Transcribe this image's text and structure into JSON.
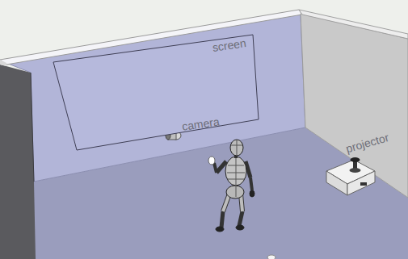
{
  "diagram": {
    "nodes": [
      {
        "text": [
          "screen"
        ]
      }
    ],
    "labels": [
      "camera",
      "projector"
    ]
  }
}
